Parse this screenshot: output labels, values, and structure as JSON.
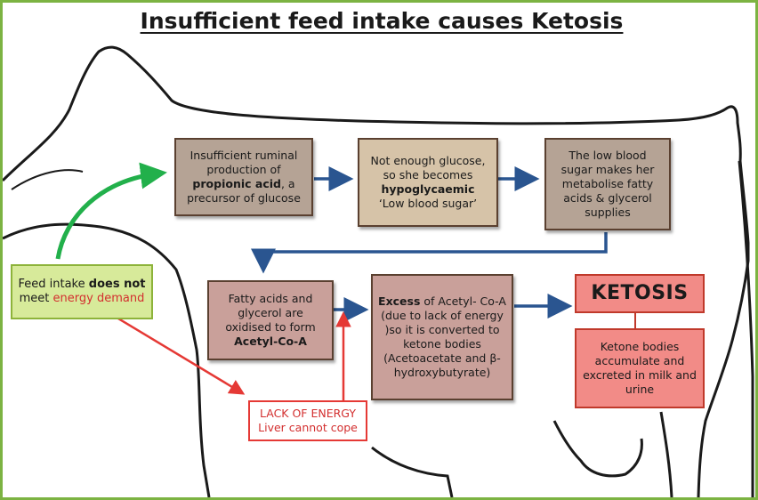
{
  "title": "Insufficient feed intake causes Ketosis",
  "colors": {
    "blue_arrow": "#2a5590",
    "green_arrow": "#22b04b",
    "red_arrow": "#e53935",
    "frame": "#7cb342"
  },
  "boxes": {
    "propionic": {
      "line1": "Insufficient ruminal production of",
      "bold": "propionic acid",
      "line2": ", a precursor of glucose"
    },
    "glucose": {
      "line1": "Not enough glucose, so she becomes",
      "bold": "hypoglycaemic",
      "line2": "‘Low blood sugar’"
    },
    "low_sugar": {
      "text": "The low blood sugar makes her metabolise fatty acids & glycerol supplies"
    },
    "fatty_acids": {
      "line1": "Fatty acids and glycerol are oxidised to form",
      "bold": "Acetyl-Co-A"
    },
    "excess": {
      "bold": "Excess",
      "line1": " of Acetyl- Co-A (due to lack of energy )so it is converted to ketone bodies (Acetoacetate and β-hydroxybutyrate)"
    },
    "ketosis": {
      "label": "KETOSIS"
    },
    "ketone_bodies": {
      "text": "Ketone bodies accumulate and excreted in milk and urine"
    },
    "feed_intake": {
      "line1": "Feed intake ",
      "bold": "does not",
      "line2": " meet ",
      "red": "energy demand"
    },
    "lack_energy": {
      "line1": "LACK OF ENERGY",
      "line2": "Liver cannot cope"
    }
  }
}
